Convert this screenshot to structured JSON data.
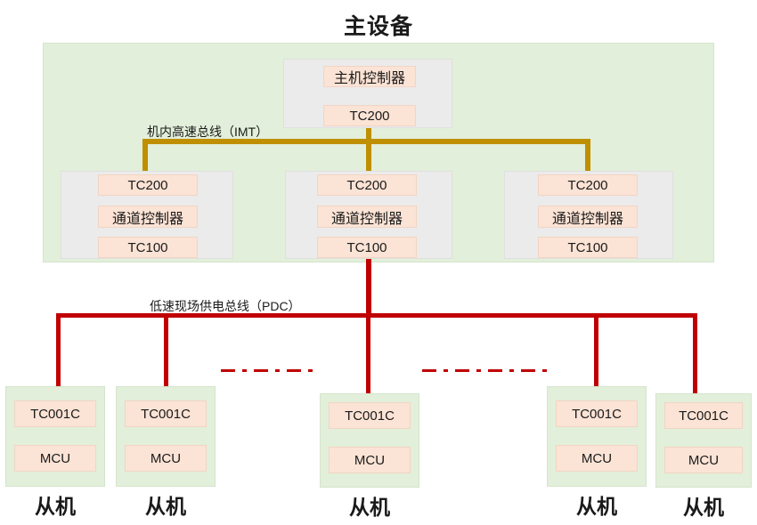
{
  "diagram": {
    "title": "主设备",
    "main_panel": {
      "host_module": {
        "name_label": "主机控制器",
        "chip_label": "TC200"
      },
      "channel_modules": [
        {
          "top_chip": "TC200",
          "name_label": "通道控制器",
          "bottom_chip": "TC100"
        },
        {
          "top_chip": "TC200",
          "name_label": "通道控制器",
          "bottom_chip": "TC100"
        },
        {
          "top_chip": "TC200",
          "name_label": "通道控制器",
          "bottom_chip": "TC100"
        }
      ]
    },
    "buses": [
      {
        "id": "imt",
        "label": "机内高速总线（IMT）",
        "color": "#BF8F00"
      },
      {
        "id": "pdc",
        "label": "低速现场供电总线（PDC）",
        "color": "#C00000"
      }
    ],
    "slaves": [
      {
        "chip": "TC001C",
        "mcu": "MCU",
        "caption": "从机"
      },
      {
        "chip": "TC001C",
        "mcu": "MCU",
        "caption": "从机"
      },
      {
        "chip": "TC001C",
        "mcu": "MCU",
        "caption": "从机"
      },
      {
        "chip": "TC001C",
        "mcu": "MCU",
        "caption": "从机"
      },
      {
        "chip": "TC001C",
        "mcu": "MCU",
        "caption": "从机"
      }
    ],
    "colors": {
      "panel_green": "#E2EFDA",
      "module_gray": "#EBEBEB",
      "chip_peach": "#FBE3D5",
      "bus_gold": "#BF8F00",
      "bus_red": "#C00000",
      "text": "#1a1a1a"
    }
  }
}
